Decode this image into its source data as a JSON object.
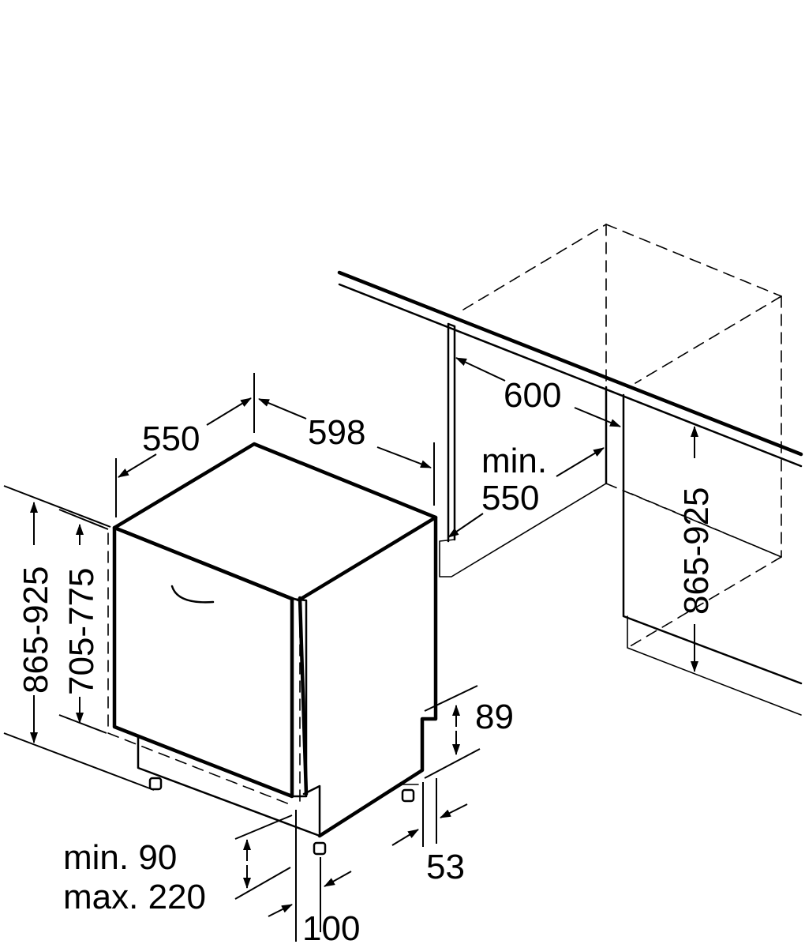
{
  "labels": {
    "width_top": "550",
    "depth_top": "598",
    "niche_width": "600",
    "niche_min": "min.",
    "niche_min_value": "550",
    "niche_height": "865-925",
    "appliance_height": "865-925",
    "door_height": "705-775",
    "plinth_height": "89",
    "plinth_depth": "53",
    "plinth_min": "min. 90",
    "plinth_max": "max. 220",
    "foot_offset": "100"
  }
}
